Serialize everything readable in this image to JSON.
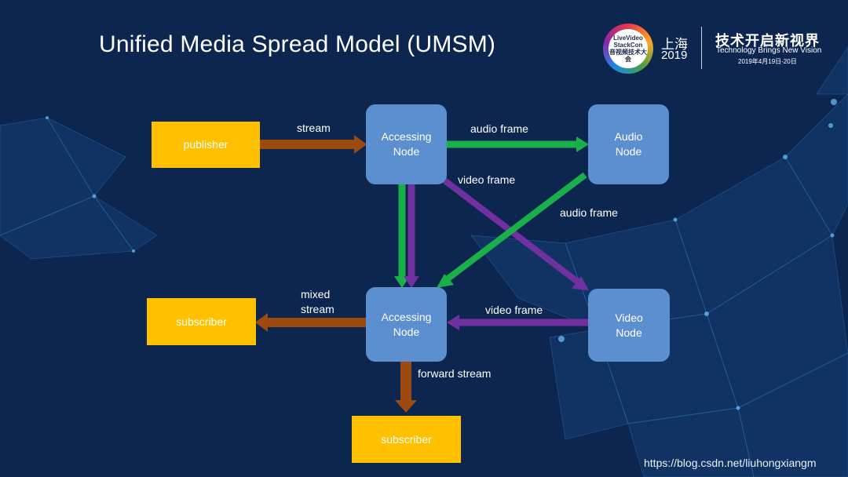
{
  "title": "Unified Media Spread Model (UMSM)",
  "logo": {
    "text": "LiveVideo\nStackCon\n音视频技术大会"
  },
  "event": {
    "city": "上海",
    "year": "2019",
    "cn_title": "技术开启新视界",
    "en_title": "Technology Brings New Vision",
    "date": "2019年4月19日-20日"
  },
  "nodes": {
    "publisher": "publisher",
    "accessing_top": "Accessing\nNode",
    "audio": "Audio\nNode",
    "accessing_bottom": "Accessing\nNode",
    "video": "Video\nNode",
    "subscriber_left": "subscriber",
    "subscriber_bottom": "subscriber"
  },
  "edges": {
    "stream": "stream",
    "audio_frame_top": "audio frame",
    "video_frame_top": "video frame",
    "audio_frame_diag": "audio frame",
    "mixed_stream": "mixed\nstream",
    "video_frame_bottom": "video frame",
    "forward_stream": "forward stream"
  },
  "colors": {
    "background": "#0d2650",
    "node": "#5b8fd0",
    "endpoint": "#ffc000",
    "stream_arrow": "#9c4a10",
    "audio_arrow": "#19b04a",
    "video_arrow": "#7030a0"
  },
  "watermark": "https://blog.csdn.net/liuhongxiangm"
}
